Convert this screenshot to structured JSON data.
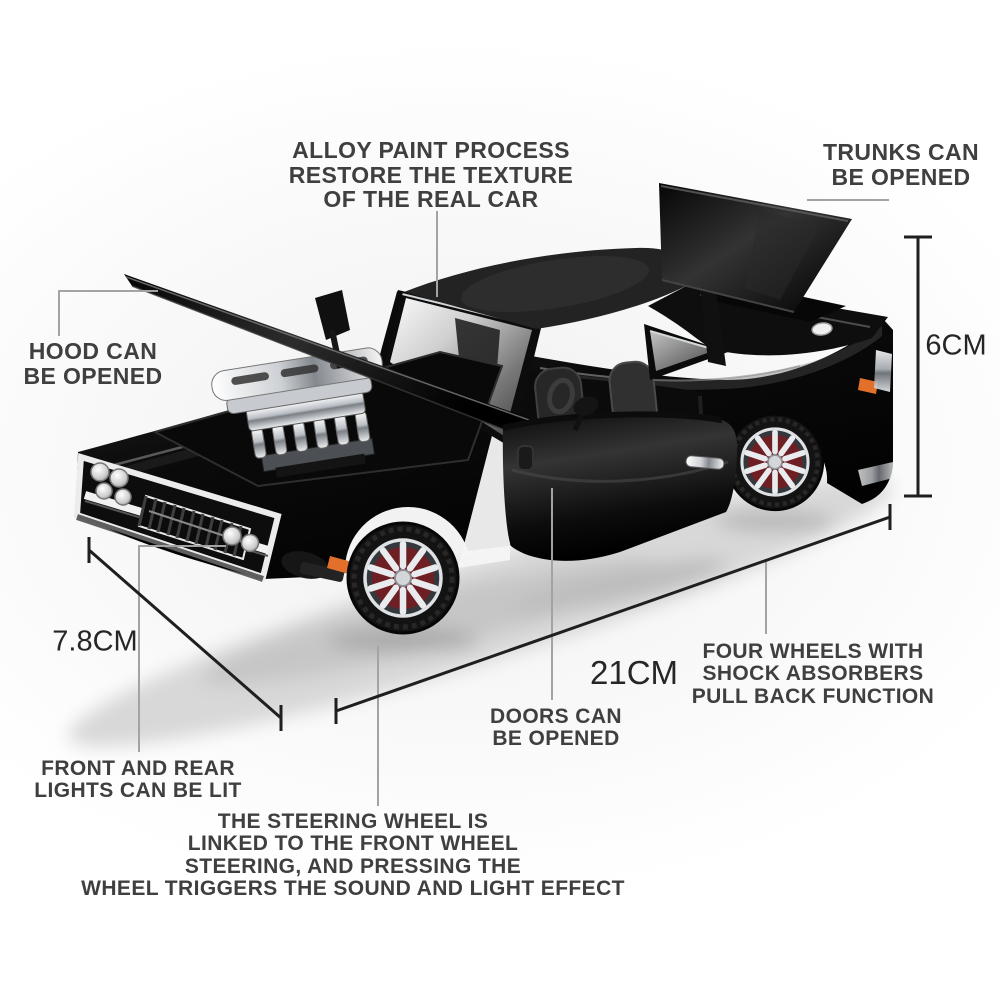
{
  "product": {
    "subject": "Black die-cast model muscle car shown with hood, doors and trunk open"
  },
  "annotations": {
    "alloy_paint": {
      "lines": [
        "ALLOY PAINT PROCESS",
        "RESTORE THE TEXTURE",
        "OF THE REAL CAR"
      ]
    },
    "trunk": {
      "lines": [
        "TRUNKS CAN",
        "BE OPENED"
      ]
    },
    "hood": {
      "lines": [
        "HOOD CAN",
        "BE OPENED"
      ]
    },
    "front_rear_lights": {
      "lines": [
        "FRONT AND REAR",
        "LIGHTS CAN BE LIT"
      ]
    },
    "steering": {
      "lines": [
        "THE STEERING WHEEL IS",
        "LINKED TO THE FRONT WHEEL",
        "STEERING, AND PRESSING THE",
        "WHEEL TRIGGERS THE SOUND AND LIGHT EFFECT"
      ]
    },
    "doors": {
      "lines": [
        "DOORS CAN",
        "BE OPENED"
      ]
    },
    "four_wheels": {
      "lines": [
        "FOUR WHEELS WITH",
        "SHOCK ABSORBERS",
        "PULL BACK FUNCTION"
      ]
    }
  },
  "measurements": {
    "width": "7.8CM",
    "length": "21CM",
    "height": "6CM"
  },
  "colors": {
    "background": "#ffffff",
    "car_black": "#0a0a0a",
    "chrome": "#e9ebee",
    "brake_red": "#6e1f24",
    "marker_orange": "#e2702a",
    "label_text": "#3f3f3f",
    "measure_text": "#262626",
    "callout_line": "#a3a3a3",
    "measure_line": "#1f1f1f"
  }
}
